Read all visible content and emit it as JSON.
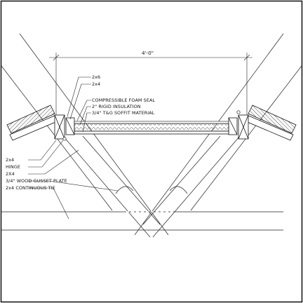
{
  "dimension": {
    "label": "4'-0\""
  },
  "labels": {
    "right_top": [
      "2x6",
      "2x4",
      "COMPRESSIBLE FOAM SEAL",
      "2\" RIGID INSULATION",
      "3/4\" T&G SOFFIT MATERIAL"
    ],
    "left_bottom": [
      "2x4",
      "HINGE",
      "2X4",
      "3/4\" WOOD GUSSET PLATE",
      "2x4 CONTINUOUS TIE"
    ]
  }
}
